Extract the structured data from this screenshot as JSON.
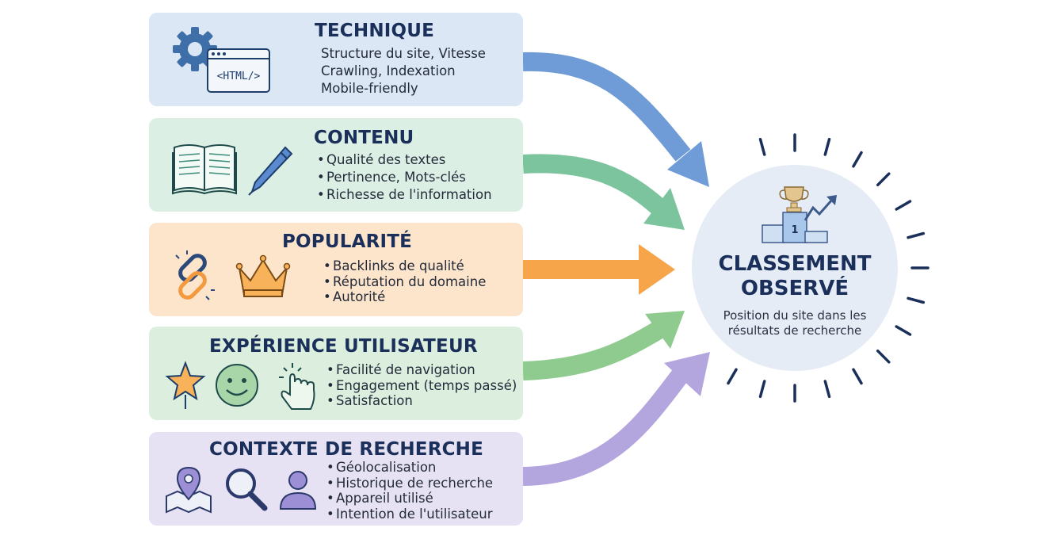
{
  "categories": [
    {
      "title": "TECHNIQUE",
      "bulleted": false,
      "items": [
        "Structure du site, Vitesse",
        "Crawling, Indexation",
        "Mobile-friendly"
      ],
      "color": "#dbe7f4",
      "arrow_color": "#6f9bd6",
      "icons": [
        "gear-icon",
        "html-code-window-icon"
      ],
      "icon_label": "<HTML/>"
    },
    {
      "title": "CONTENU",
      "bulleted": true,
      "items": [
        "Qualité des textes",
        "Pertinence, Mots-clés",
        "Richesse de l'information"
      ],
      "color": "#dcefe4",
      "arrow_color": "#7cc49d",
      "icons": [
        "open-book-icon",
        "pen-icon"
      ]
    },
    {
      "title": "POPULARITÉ",
      "bulleted": true,
      "items": [
        "Backlinks de qualité",
        "Réputation du domaine",
        "Autorité"
      ],
      "color": "#fde5cc",
      "arrow_color": "#f7a54a",
      "icons": [
        "chain-link-icon",
        "crown-icon"
      ]
    },
    {
      "title": "EXPÉRIENCE UTILISATEUR",
      "bulleted": true,
      "items": [
        "Facilité de navigation",
        "Engagement (temps passé)",
        "Satisfaction"
      ],
      "color": "#dcefdf",
      "arrow_color": "#8fcb8f",
      "icons": [
        "star-icon",
        "smiley-icon",
        "pointer-hand-click-icon"
      ]
    },
    {
      "title": "CONTEXTE DE RECHERCHE",
      "bulleted": true,
      "items": [
        "Géolocalisation",
        "Historique de recherche",
        "Appareil utilisé",
        "Intention de l'utilisateur"
      ],
      "color": "#e6e2f3",
      "arrow_color": "#b3a6df",
      "icons": [
        "map-pin-icon",
        "magnifier-icon",
        "user-icon"
      ]
    }
  ],
  "result": {
    "title_line1": "CLASSEMENT",
    "title_line2": "OBSERVÉ",
    "subtitle": "Position du site dans les résultats de recherche",
    "podium_rank": "1",
    "circle_color": "#e6ecf5",
    "accent_color": "#1a2f5a",
    "icons": [
      "trophy-podium-icon",
      "trend-up-arrow-icon"
    ]
  }
}
